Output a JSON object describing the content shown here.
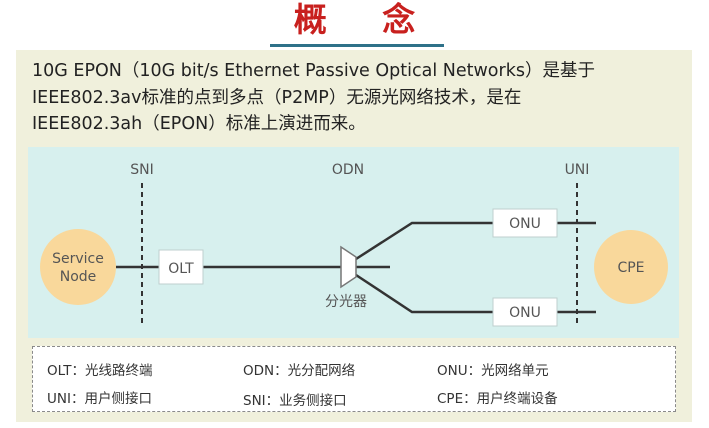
{
  "title": "概 念",
  "intro": {
    "line1": "10G EPON（10G bit/s Ethernet Passive Optical Networks）是基于",
    "line2": "IEEE802.3av标准的点到多点（P2MP）无源光网络技术，是在",
    "line3": "IEEE802.3ah（EPON）标准上演进而来。"
  },
  "diagram": {
    "labels": {
      "sni": "SNI",
      "odn": "ODN",
      "uni": "UNI",
      "service_node_line1": "Service",
      "service_node_line2": "Node",
      "olt": "OLT",
      "splitter": "分光器",
      "onu_top": "ONU",
      "onu_bottom": "ONU",
      "cpe": "CPE"
    },
    "colors": {
      "background": "#d7f0ee",
      "node_fill": "#f9d89b",
      "line": "#333333",
      "box_fill": "#ffffff"
    }
  },
  "legend": {
    "olt": "OLT：光线路终端",
    "odn": "ODN：光分配网络",
    "onu": "ONU：光网络单元",
    "uni": "UNI：用户侧接口",
    "sni": "SNI：业务侧接口",
    "cpe": "CPE：用户终端设备"
  },
  "colors": {
    "title": "#c8201e",
    "underline": "#2e7189",
    "panel": "#f0f0dc"
  }
}
